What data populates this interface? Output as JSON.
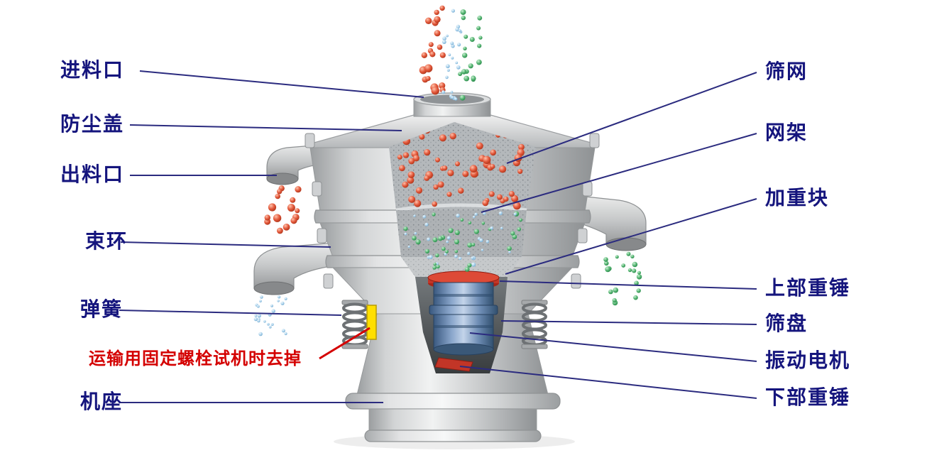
{
  "diagram": {
    "labels_left": [
      {
        "id": "feed-inlet",
        "text": "进料口"
      },
      {
        "id": "dust-cover",
        "text": "防尘盖"
      },
      {
        "id": "discharge-outlet",
        "text": "出料口"
      },
      {
        "id": "clamp-ring",
        "text": "束环"
      },
      {
        "id": "spring",
        "text": "弹簧"
      },
      {
        "id": "machine-base",
        "text": "机座"
      }
    ],
    "warning_label": {
      "text": "运输用固定螺栓试机时去掉"
    },
    "labels_right": [
      {
        "id": "screen-mesh",
        "text": "筛网"
      },
      {
        "id": "mesh-frame",
        "text": "网架"
      },
      {
        "id": "weight-block",
        "text": "加重块"
      },
      {
        "id": "upper-weight",
        "text": "上部重锤"
      },
      {
        "id": "sieve-tray",
        "text": "筛盘"
      },
      {
        "id": "vibration-motor",
        "text": "振动电机"
      },
      {
        "id": "lower-weight",
        "text": "下部重锤"
      }
    ],
    "colors": {
      "label_text": "#15157d",
      "leader_line": "#2b2b7f",
      "warning_text": "#d40000",
      "machine_metal": "#c9cbcc",
      "particle_red": "#e2573a",
      "particle_green": "#4fb06c",
      "particle_blue": "#a5cee9",
      "motor_blue": "#6d8cb4",
      "weight_red": "#c23527",
      "transport_bolt_yellow": "#ffdf00"
    }
  }
}
